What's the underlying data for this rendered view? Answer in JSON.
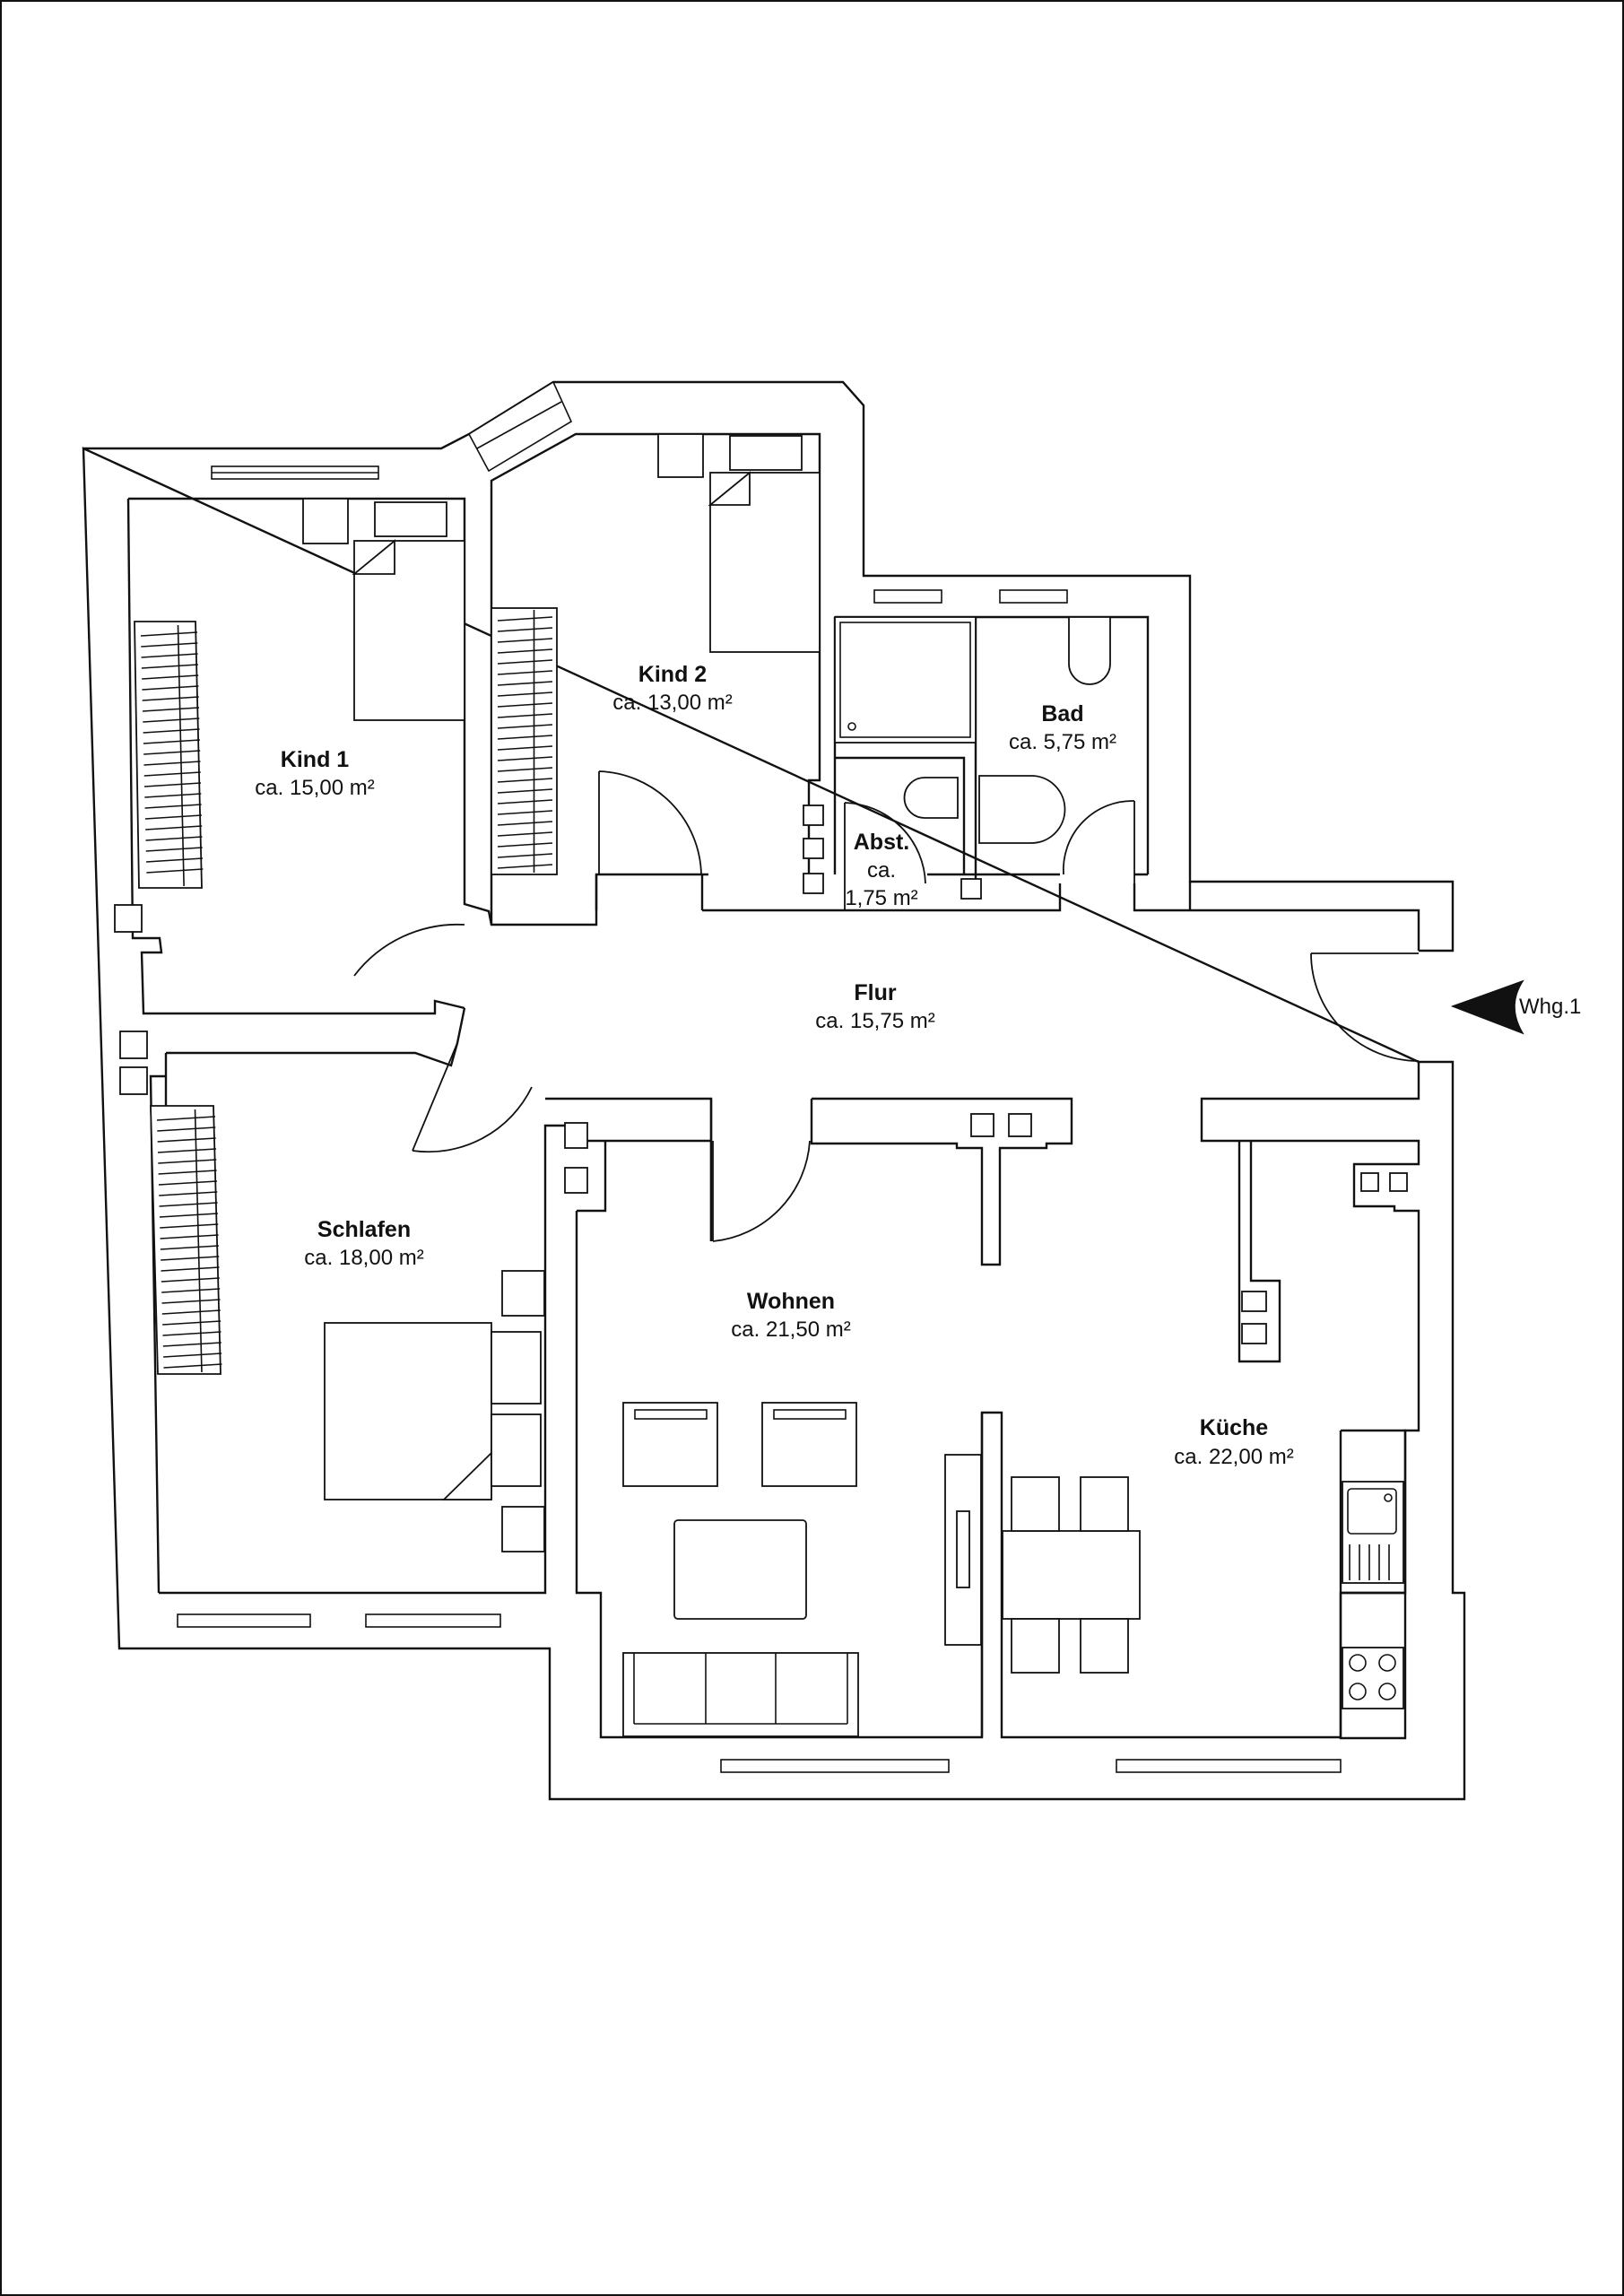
{
  "rooms": {
    "kind1": {
      "name": "Kind 1",
      "area": "ca. 15,00 m²"
    },
    "kind2": {
      "name": "Kind 2",
      "area": "ca. 13,00 m²"
    },
    "bad": {
      "name": "Bad",
      "area": "ca. 5,75 m²"
    },
    "abst": {
      "name": "Abst.",
      "area_line1": "ca.",
      "area_line2": "1,75 m²"
    },
    "flur": {
      "name": "Flur",
      "area": "ca. 15,75 m²"
    },
    "schlafen": {
      "name": "Schlafen",
      "area": "ca. 18,00 m²"
    },
    "wohnen": {
      "name": "Wohnen",
      "area": "ca. 21,50 m²"
    },
    "kueche": {
      "name": "Küche",
      "area": "ca. 22,00 m²"
    }
  },
  "entrance": {
    "label": "Whg.1",
    "icon": "entrance-arrow-icon"
  }
}
